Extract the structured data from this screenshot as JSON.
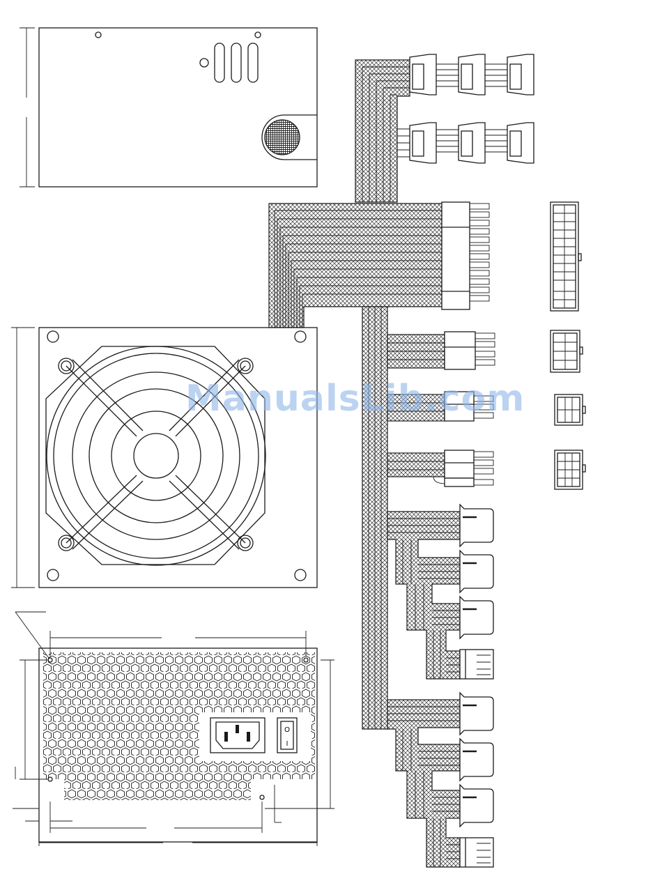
{
  "watermark": {
    "text": "ManualsLib.com",
    "color": "#8fb6e8"
  },
  "icons": {
    "power_socket": "iec-c14-inlet-icon",
    "power_switch": "rocker-switch-icon"
  },
  "switch": {
    "on_mark": "I",
    "off_mark": "O"
  }
}
